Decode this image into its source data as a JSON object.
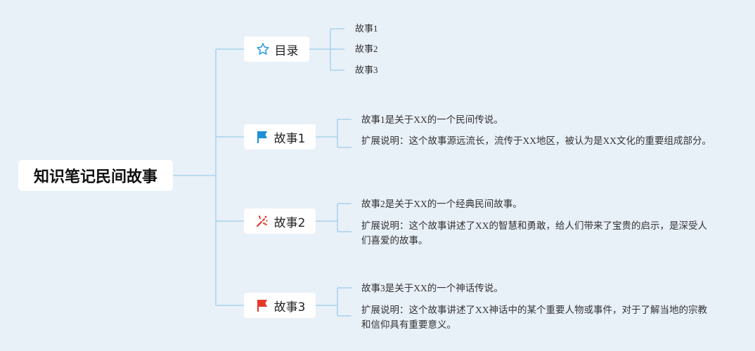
{
  "root": {
    "title": "知识笔记民间故事"
  },
  "branches": [
    {
      "label": "目录",
      "icon": "star-outline-icon",
      "children": [
        "故事1",
        "故事2",
        "故事3"
      ]
    },
    {
      "label": "故事1",
      "icon": "blue-flag-icon",
      "children": [
        "故事1是关于XX的一个民间传说。",
        "扩展说明：这个故事源远流长，流传于XX地区，被认为是XX文化的重要组成部分。"
      ]
    },
    {
      "label": "故事2",
      "icon": "red-fireworks-icon",
      "children": [
        "故事2是关于XX的一个经典民间故事。",
        "扩展说明：这个故事讲述了XX的智慧和勇敢，给人们带来了宝贵的启示，是深受人们喜爱的故事。"
      ]
    },
    {
      "label": "故事3",
      "icon": "red-flag-icon",
      "children": [
        "故事3是关于XX的一个神话传说。",
        "扩展说明：这个故事讲述了XX神话中的某个重要人物或事件，对于了解当地的宗教和信仰具有重要意义。"
      ]
    }
  ],
  "colors": {
    "background": "#e8f0f8",
    "connector": "#a9d3ec",
    "star": "#2a9ad8",
    "blue_flag": "#1f8fd6",
    "red": "#e53a2b"
  }
}
